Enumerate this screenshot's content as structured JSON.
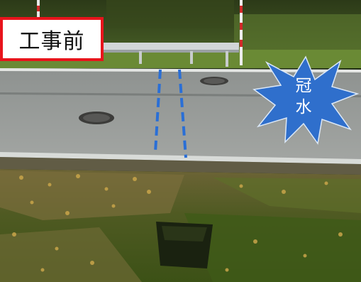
{
  "label": {
    "text": "工事前",
    "border_color": "#e8141c"
  },
  "burst": {
    "line1": "冠",
    "line2": "水",
    "fill_color": "#2f6fcc"
  },
  "markings": {
    "dashed_line_color": "#2a6fd6"
  }
}
